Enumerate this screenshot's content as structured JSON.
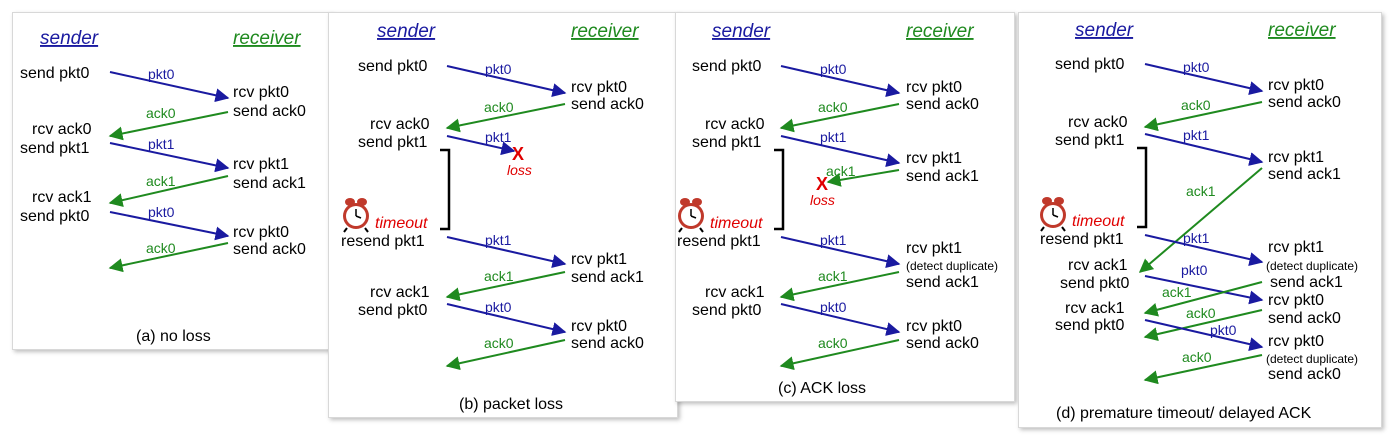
{
  "headers": {
    "sender": "sender",
    "receiver": "receiver"
  },
  "labels": {
    "pkt0": "pkt0",
    "pkt1": "pkt1",
    "ack0": "ack0",
    "ack1": "ack1",
    "loss": "loss",
    "x": "X",
    "timeout": "timeout"
  },
  "events": {
    "send_pkt0": "send pkt0",
    "send_pkt1": "send pkt1",
    "rcv_pkt0": "rcv pkt0",
    "rcv_pkt1": "rcv pkt1",
    "send_ack0": "send ack0",
    "send_ack1": "send ack1",
    "rcv_ack0": "rcv ack0",
    "rcv_ack1": "rcv ack1",
    "resend_pkt1": "resend pkt1",
    "detect_duplicate": "(detect duplicate)"
  },
  "captions": {
    "a": "(a) no loss",
    "b": "(b) packet loss",
    "c": "(c) ACK loss",
    "d": "(d) premature timeout/ delayed ACK"
  },
  "colors": {
    "blue": "#1a1aa0",
    "green": "#1f8a1f",
    "red": "#e00000"
  }
}
